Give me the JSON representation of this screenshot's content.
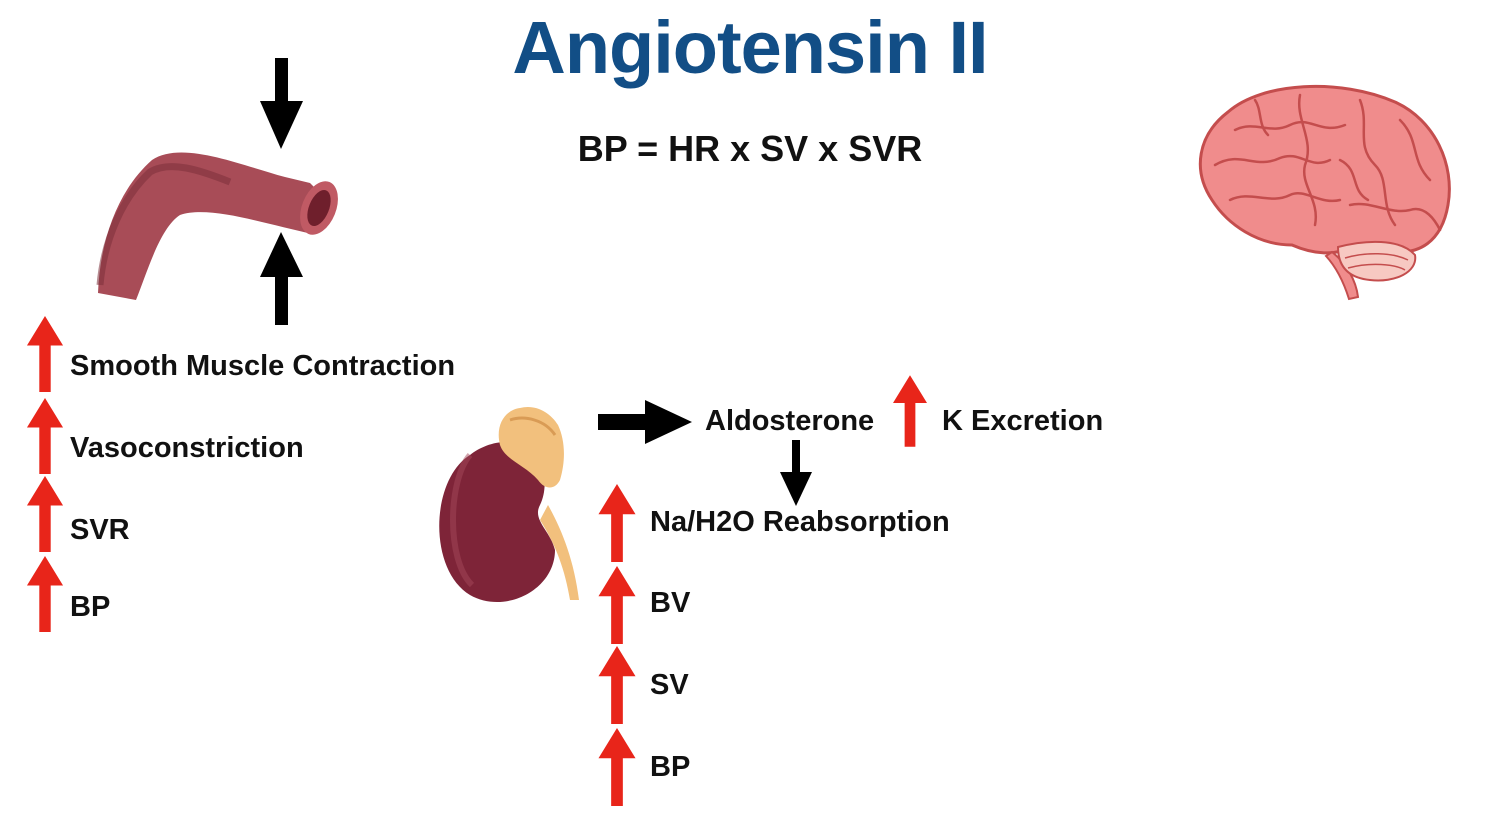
{
  "title": "Angiotensin II",
  "formula": "BP = HR x SV x SVR",
  "vessel_effects": [
    "Smooth Muscle Contraction",
    "Vasoconstriction",
    "SVR",
    "BP"
  ],
  "adrenal_pathway": {
    "aldosterone": "Aldosterone",
    "k_excretion": "K Excretion",
    "effects": [
      "Na/H2O Reabsorption",
      "BV",
      "SV",
      "BP"
    ]
  },
  "colors": {
    "title": "#124e86",
    "increase_arrow": "#e8251a",
    "neutral_arrow": "#000000",
    "vessel": "#a84c57",
    "kidney": "#7e2438",
    "adrenal": "#f2c07d",
    "brain": "#f08c8c"
  },
  "icons": [
    "blood-vessel-icon",
    "kidney-adrenal-icon",
    "brain-icon",
    "red-up-arrow-icon",
    "black-arrow-icon"
  ]
}
